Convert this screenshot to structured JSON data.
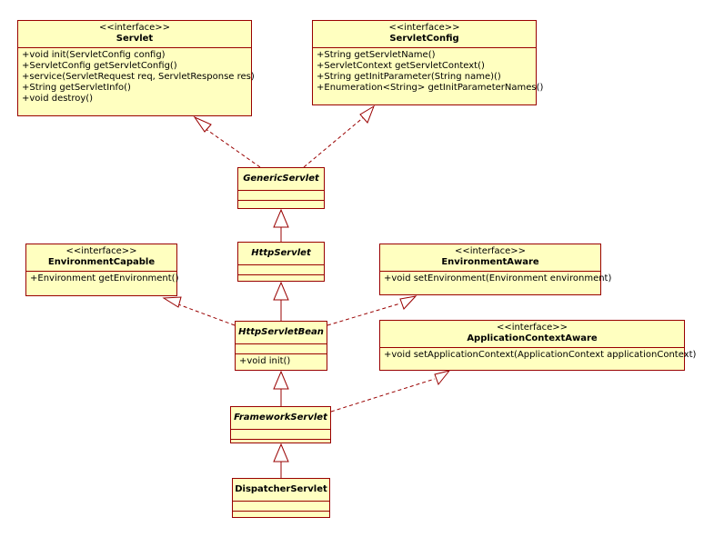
{
  "classes": {
    "servlet": {
      "stereotype": "<<interface>>",
      "name": "Servlet",
      "operations": [
        "+void init(ServletConfig config)",
        "+ServletConfig getServletConfig()",
        "+service(ServletRequest req, ServletResponse res)",
        "+String getServletInfo()",
        "+void destroy()"
      ]
    },
    "servlet_config": {
      "stereotype": "<<interface>>",
      "name": "ServletConfig",
      "operations": [
        "+String getServletName()",
        "+ServletContext getServletContext()",
        "+String getInitParameter(String name)()",
        "+Enumeration<String> getInitParameterNames()"
      ]
    },
    "generic_servlet": {
      "name": "GenericServlet"
    },
    "http_servlet": {
      "name": "HttpServlet"
    },
    "environment_capable": {
      "stereotype": "<<interface>>",
      "name": "EnvironmentCapable",
      "operations": [
        "+Environment getEnvironment()"
      ]
    },
    "environment_aware": {
      "stereotype": "<<interface>>",
      "name": "EnvironmentAware",
      "operations": [
        "+void setEnvironment(Environment environment)"
      ]
    },
    "http_servlet_bean": {
      "name": "HttpServletBean",
      "operations": [
        "+void init()"
      ]
    },
    "application_context_aware": {
      "stereotype": "<<interface>>",
      "name": "ApplicationContextAware",
      "operations": [
        "+void setApplicationContext(ApplicationContext applicationContext)"
      ]
    },
    "framework_servlet": {
      "name": "FrameworkServlet"
    },
    "dispatcher_servlet": {
      "name": "DispatcherServlet"
    }
  },
  "colors": {
    "box_fill": "#ffffc0",
    "box_border": "#990000",
    "line": "#990000",
    "background": "#ffffff"
  }
}
